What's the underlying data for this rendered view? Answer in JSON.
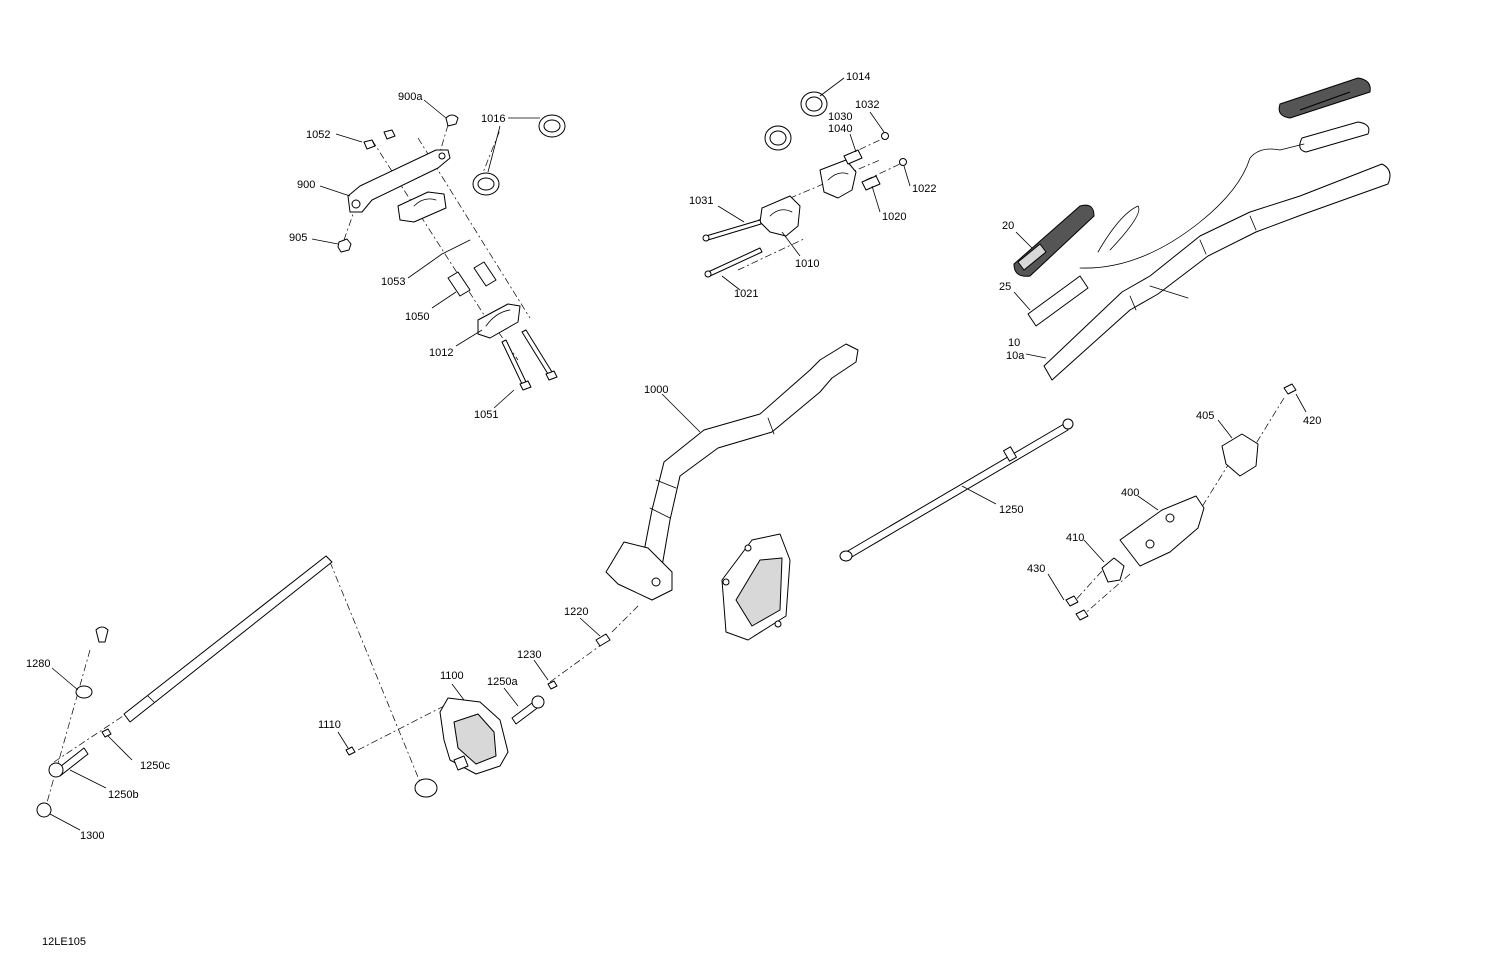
{
  "diagram": {
    "figure_code": "12LE105",
    "callouts": {
      "c900a": "900a",
      "c1016": "1016",
      "c1052": "1052",
      "c900": "900",
      "c905": "905",
      "c1053": "1053",
      "c1050": "1050",
      "c1012": "1012",
      "c1051": "1051",
      "c1014": "1014",
      "c1032": "1032",
      "c1030": "1030",
      "c1040": "1040",
      "c1031": "1031",
      "c1022": "1022",
      "c1020": "1020",
      "c1010": "1010",
      "c1021": "1021",
      "c20": "20",
      "c25": "25",
      "c10": "10",
      "c10a": "10a",
      "c1000": "1000",
      "c405": "405",
      "c420": "420",
      "c1250": "1250",
      "c400": "400",
      "c410": "410",
      "c430": "430",
      "c1220": "1220",
      "c1230": "1230",
      "c1250a": "1250a",
      "c1100": "1100",
      "c1110": "1110",
      "c1280": "1280",
      "c1250c": "1250c",
      "c1250b": "1250b",
      "c1300": "1300"
    }
  }
}
